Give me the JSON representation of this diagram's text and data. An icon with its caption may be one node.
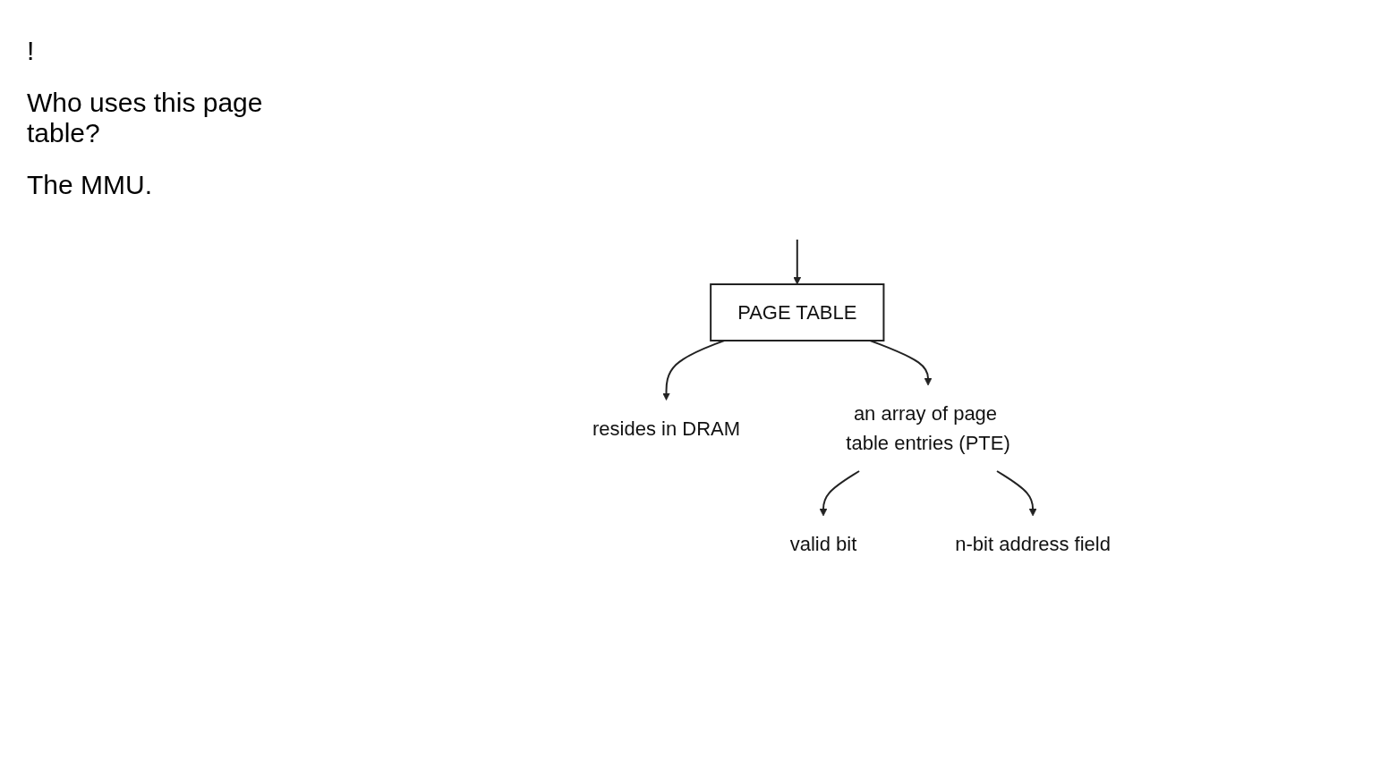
{
  "diagram": {
    "nodes": [
      {
        "text": [
          "PAGE TABLE"
        ]
      },
      {
        "text": [
          "resides in DRAM"
        ]
      },
      {
        "text": [
          "an array of page table entries (PTE)"
        ]
      },
      {
        "text": [
          "valid bit"
        ]
      },
      {
        "text": [
          "n-bit address field"
        ]
      }
    ],
    "edges": [
      {
        "from": null,
        "to": 0,
        "arrow": "to"
      },
      {
        "from": 0,
        "to": 1,
        "arrow": "to"
      },
      {
        "from": 0,
        "to": 2,
        "arrow": "to"
      },
      {
        "from": 2,
        "to": 3,
        "arrow": "to"
      },
      {
        "from": 2,
        "to": 4,
        "arrow": "to"
      }
    ],
    "labels": [
      "!",
      "Who uses this page table?",
      "The MMU."
    ]
  }
}
